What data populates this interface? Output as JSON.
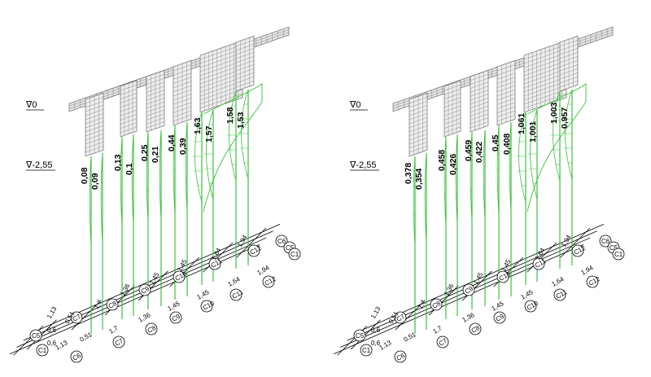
{
  "colors": {
    "pile": "#2db82d",
    "deflection": "#39c239",
    "mesh": "#555555",
    "mesh_fill": "#e2e2e2",
    "frame": "#000000"
  },
  "levels": {
    "top": "∇0",
    "bottom": "∇-2,55"
  },
  "panels": [
    {
      "id": "left",
      "values": [
        "0,08",
        "0,09",
        "0,13",
        "0,1",
        "0,25",
        "0,21",
        "0,44",
        "0,39",
        "1,63",
        "1,57",
        "1,58",
        "1,53"
      ]
    },
    {
      "id": "right",
      "values": [
        "0,378",
        "0,354",
        "0,458",
        "0,426",
        "0,459",
        "0,422",
        "0,45",
        "0,408",
        "1,061",
        "1,001",
        "1,003",
        "0,957"
      ]
    }
  ],
  "base": {
    "dims_top": [
      "1,13",
      "0,51",
      "1,7",
      "1,36",
      "1,45",
      "1,45",
      "1,64",
      "1,94"
    ],
    "dims_bottom": [
      "1,13",
      "0,51",
      "1,7",
      "1,36",
      "1,45",
      "1,45",
      "1,64",
      "1,94"
    ],
    "dims_left": [
      "0,6",
      "0,6"
    ],
    "column_labels_top": [
      "C7",
      "C8",
      "C9",
      "C10",
      "C11",
      "C12"
    ],
    "column_labels_bottom": [
      "C6",
      "C7",
      "C8",
      "C9",
      "C10",
      "C11",
      "C12"
    ],
    "end_labels_left": [
      "C5",
      "C1"
    ],
    "end_labels_right": [
      "C6",
      "C5",
      "C1"
    ]
  }
}
